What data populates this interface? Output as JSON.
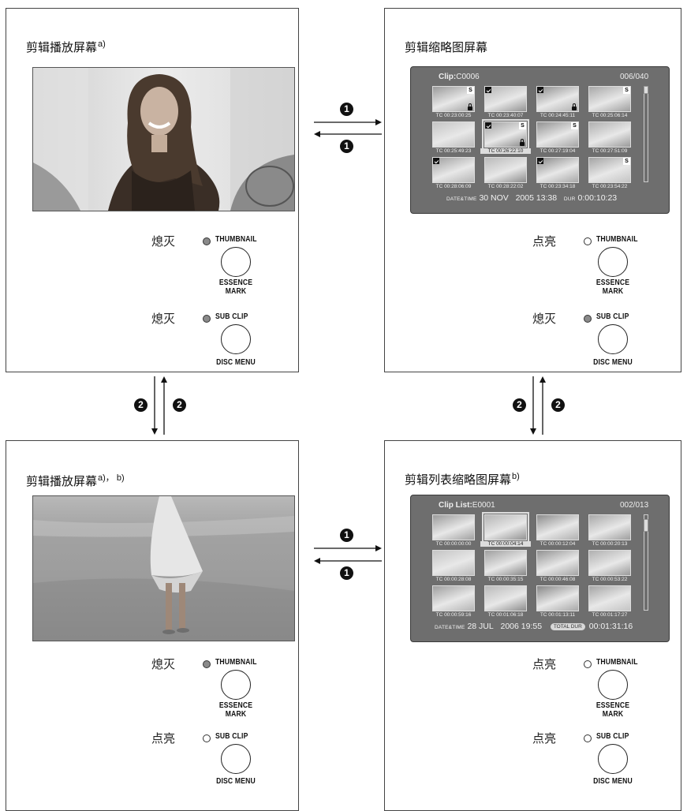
{
  "panels": {
    "tl": {
      "title": "剪辑播放屏幕",
      "title_sup": "a)",
      "thumbnail_state": "熄灭",
      "subclip_state": "熄灭"
    },
    "tr": {
      "title": "剪辑缩略图屏幕",
      "title_sup": "",
      "thumbnail_state": "点亮",
      "subclip_state": "熄灭"
    },
    "bl": {
      "title": "剪辑播放屏幕",
      "title_sup": "a)， b)",
      "thumbnail_state": "熄灭",
      "subclip_state": "点亮"
    },
    "br": {
      "title": "剪辑列表缩略图屏幕",
      "title_sup": "b)",
      "thumbnail_state": "点亮",
      "subclip_state": "点亮"
    }
  },
  "buttons": {
    "thumbnail": "THUMBNAIL",
    "essence_mark": "ESSENCE MARK",
    "essence_line1": "ESSENCE",
    "essence_line2": "MARK",
    "sub_clip": "SUB CLIP",
    "disc_menu": "DISC MENU"
  },
  "markers": {
    "one": "1",
    "two": "2"
  },
  "clip_thumbnail_screen": {
    "header_label": "Clip:",
    "header_value": "C0006",
    "counter": "006/040",
    "timecodes": [
      "TC 00:23:00:25",
      "TC 00:23:40:07",
      "TC 00:24:45:11",
      "TC 00:25:06:14",
      "TC 00:25:49:23",
      "TC 00:26:22:10",
      "TC 00:27:19:04",
      "TC 00:27:51:09",
      "TC 00:28:06:09",
      "TC 00:28:22:02",
      "TC 00:23:34:18",
      "TC 00:23:54:22"
    ],
    "footer_label": "DATE&TIME",
    "footer_date": "30 NOV",
    "footer_time": "2005 13:38",
    "footer_dur_label": "DUR",
    "footer_dur": "0:00:10:23"
  },
  "clip_list_screen": {
    "header_label": "Clip List:",
    "header_value": "E0001",
    "counter": "002/013",
    "timecodes": [
      "TC 00:00:00:00",
      "TC 00:00:04:14",
      "TC 00:00:12:04",
      "TC 00:00:20:13",
      "TC 00:00:28:08",
      "TC 00:00:35:15",
      "TC 00:00:46:08",
      "TC 00:00:53:22",
      "TC 00:00:59:16",
      "TC 00:01:06:18",
      "TC 00:01:13:11",
      "TC 00:01:17:27"
    ],
    "footer_label": "DATE&TIME",
    "footer_date": "28 JUL",
    "footer_time": "2006 19:55",
    "footer_total_label": "TOTAL DUR",
    "footer_total": "00:01:31:16"
  },
  "colors": {
    "led_off": "#8a8a8a",
    "led_on": "#ffffff",
    "screen_bg": "#6e6e6e",
    "marker": "#111111"
  }
}
